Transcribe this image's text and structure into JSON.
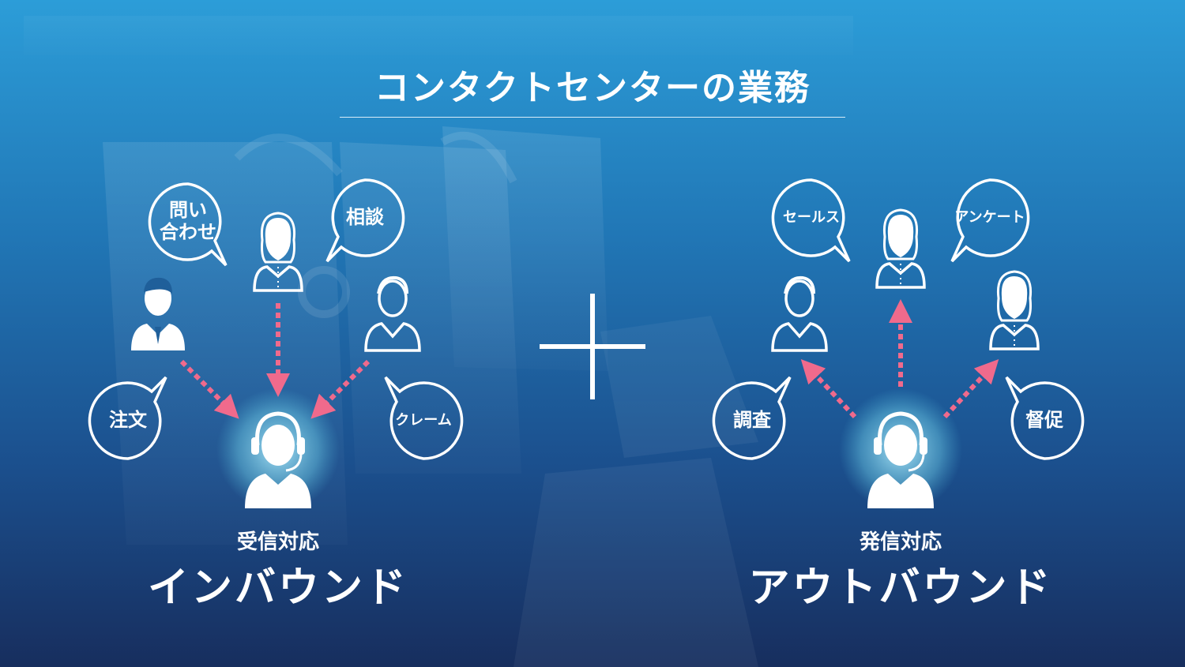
{
  "title": "コンタクトセンターの業務",
  "plus_symbol": "+",
  "inbound": {
    "sub_label": "受信対応",
    "main_label": "インバウンド",
    "bubbles": [
      "問い\n合わせ",
      "相談",
      "注文",
      "クレーム"
    ]
  },
  "outbound": {
    "sub_label": "発信対応",
    "main_label": "アウトバウンド",
    "bubbles": [
      "セールス",
      "アンケート",
      "調査",
      "督促"
    ]
  },
  "colors": {
    "arrow": "#f06a8c",
    "glow": "#9fe3f2",
    "icon": "#ffffff"
  }
}
